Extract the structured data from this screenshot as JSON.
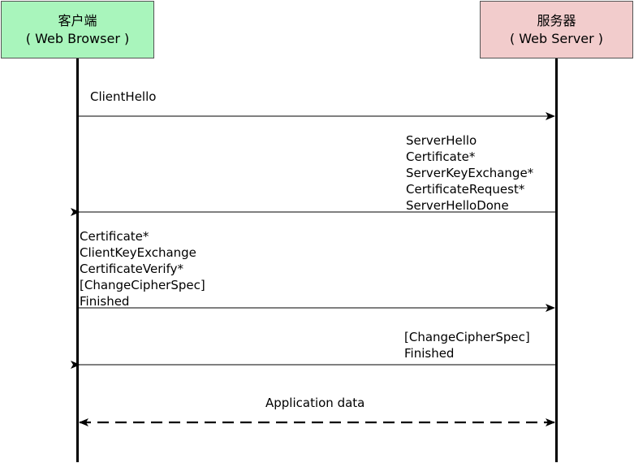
{
  "participants": {
    "client": {
      "name": "客户端",
      "subtitle": "( Web Browser )",
      "fill": "#a9f5bc"
    },
    "server": {
      "name": "服务器",
      "subtitle": "( Web Server )",
      "fill": "#f2cccc"
    }
  },
  "messages": {
    "client_hello": {
      "direction": "client-to-server",
      "lines": [
        "ClientHello"
      ]
    },
    "server_hello_group": {
      "direction": "server-to-client",
      "lines": [
        "ServerHello",
        "Certificate*",
        "ServerKeyExchange*",
        "CertificateRequest*",
        "ServerHelloDone"
      ]
    },
    "client_key_group": {
      "direction": "client-to-server",
      "lines": [
        "Certificate*",
        "ClientKeyExchange",
        "CertificateVerify*",
        "[ChangeCipherSpec]",
        "Finished"
      ]
    },
    "server_finish_group": {
      "direction": "server-to-client",
      "lines": [
        "[ChangeCipherSpec]",
        "Finished"
      ]
    },
    "application_data": {
      "direction": "bidirectional",
      "style": "dashed",
      "lines": [
        "Application data"
      ]
    }
  }
}
